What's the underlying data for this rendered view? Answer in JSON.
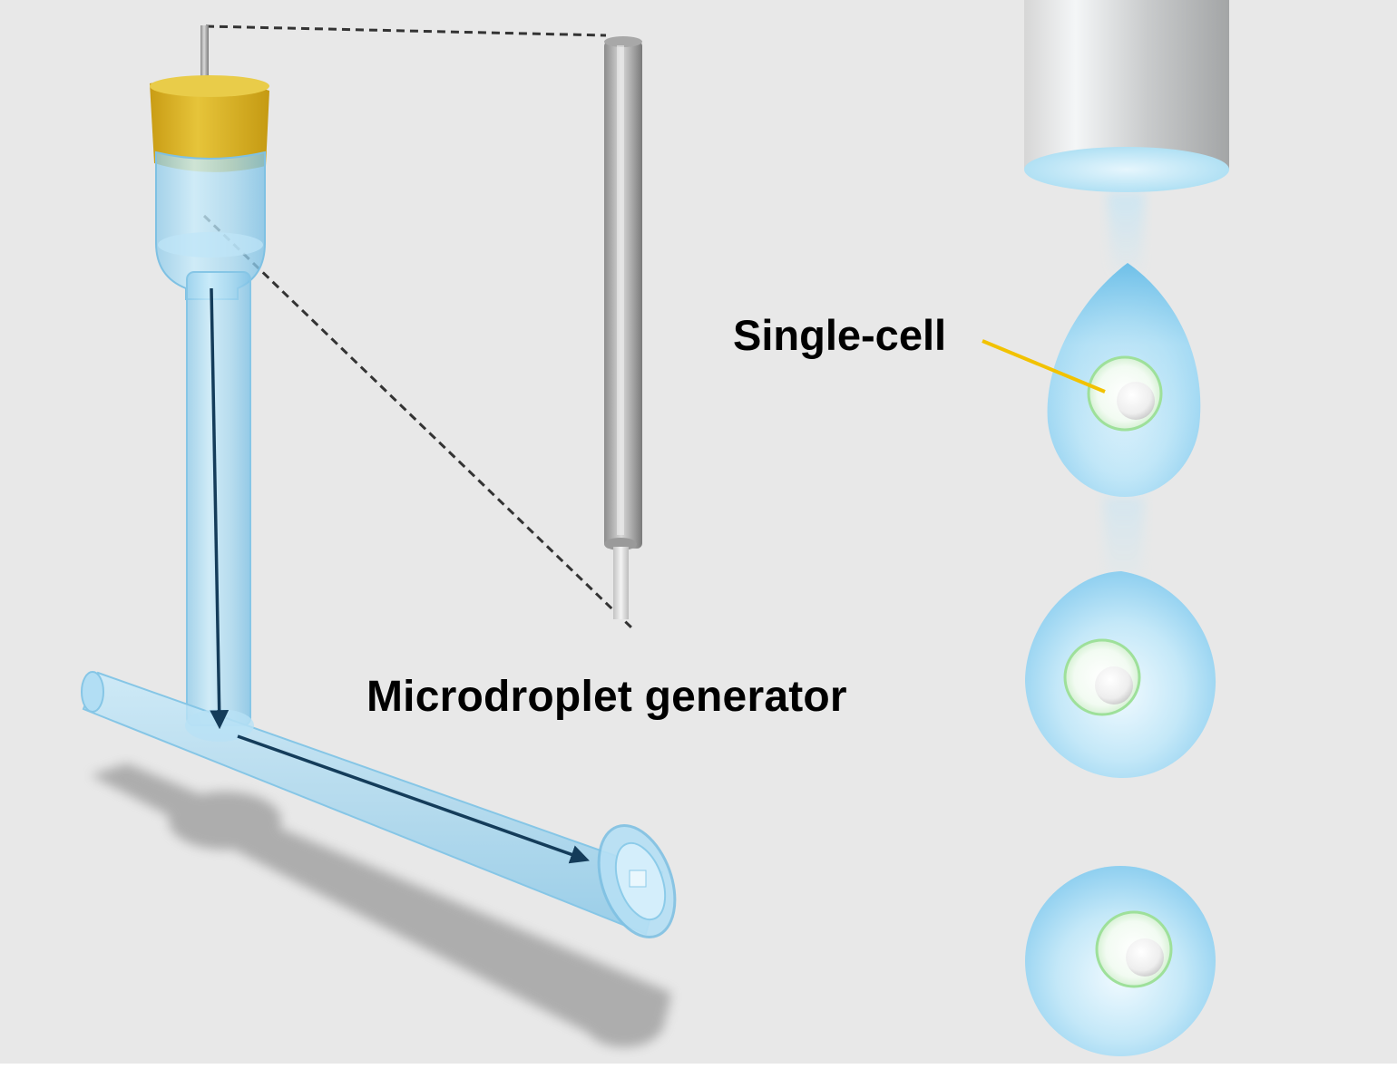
{
  "labels": {
    "generator": "Microdroplet generator",
    "single_cell": "Single-cell"
  },
  "colors": {
    "background": "#e8e8e8",
    "tube_fill": "#a9d8f2",
    "cap_gold": "#dcb421",
    "flow_arrow": "#143c5a",
    "droplet_blue": "#8fd0f0",
    "cell_ring": "#9ee09a",
    "pointer_line": "#f2c200",
    "dashed_line": "#333333"
  },
  "icons": {
    "generator": "glass-capillary-generator",
    "electrode": "metal-needle-electrode",
    "collector": "cylindrical-collector",
    "droplet": "cell-laden-droplet"
  }
}
